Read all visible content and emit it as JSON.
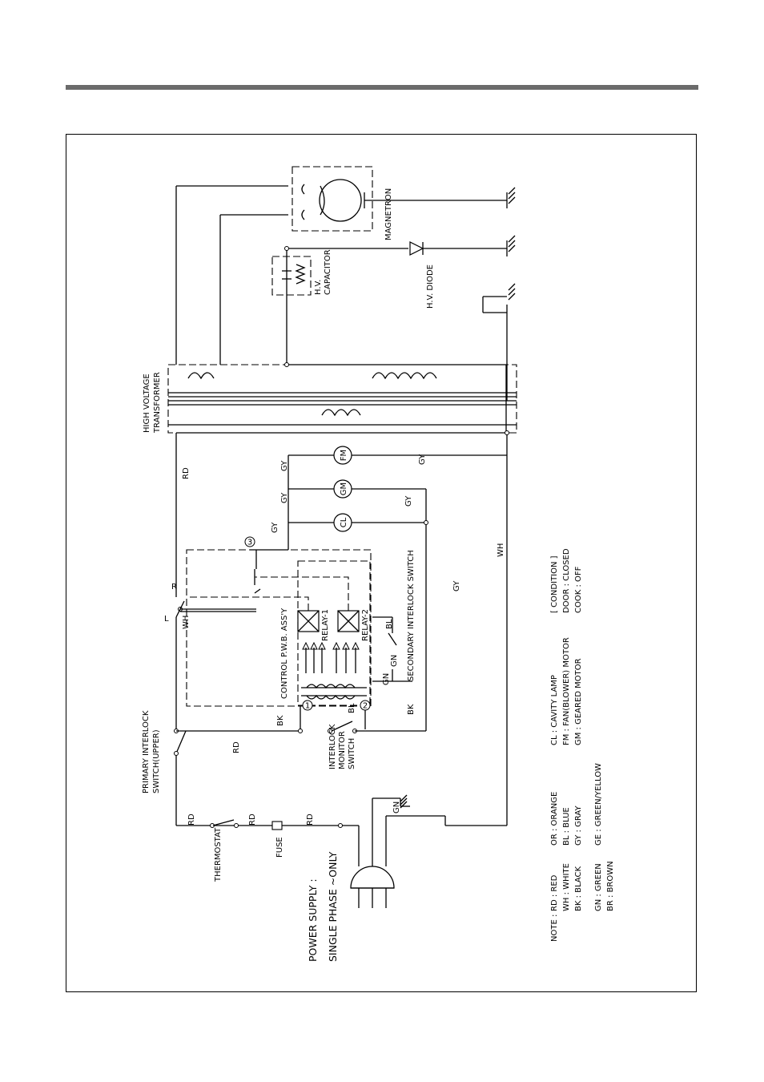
{
  "power_supply": {
    "line1": "POWER SUPPLY :",
    "line2": "SINGLE PHASE ~ONLY"
  },
  "components": {
    "thermostat": "THERMOSTAT",
    "fuse": "FUSE",
    "primary_switch_line1": "PRIMARY INTERLOCK",
    "primary_switch_line2": "SWITCH(UPPER)",
    "monitor_switch_line1": "INTERLOCK",
    "monitor_switch_line2": "MONITOR",
    "monitor_switch_line3": "SWITCH",
    "control_pwb": "CONTROL P.W.B. ASS'Y",
    "relay1": "RELAY-1",
    "relay2": "RELAY-2",
    "secondary_switch": "SECONDARY INTERLOCK SWITCH",
    "transformer_line1": "HIGH VOLTAGE",
    "transformer_line2": "TRANSFORMER",
    "magnetron": "MAGNETRON",
    "capacitor_line1": "H.V.",
    "capacitor_line2": "CAPACITOR",
    "diode": "H.V. DIODE",
    "cl": "CL",
    "gm": "GM",
    "fm": "FM",
    "terminal_1": "1",
    "terminal_2": "2",
    "terminal_3": "3",
    "switch_l": "L",
    "switch_r": "R"
  },
  "wire_labels": {
    "rd": "RD",
    "wh": "WH",
    "bk": "BK",
    "gy": "GY",
    "gn": "GN",
    "bl": "BL"
  },
  "legend": {
    "note_prefix": "NOTE :",
    "colors_col1": [
      "RD : RED",
      "WH : WHITE",
      "BK : BLACK",
      "GN : GREEN",
      "BR : BROWN"
    ],
    "colors_col2": [
      "OR : ORANGE",
      "BL : BLUE",
      "GY : GRAY",
      "GE : GREEN/YELLOW"
    ],
    "parts": [
      "CL : CAVITY LAMP",
      "FM : FAN(BLOWER) MOTOR",
      "GM : GEARED MOTOR"
    ],
    "condition": [
      "[ CONDITION ]",
      "DOOR : CLOSED",
      "COOK : OFF"
    ]
  }
}
